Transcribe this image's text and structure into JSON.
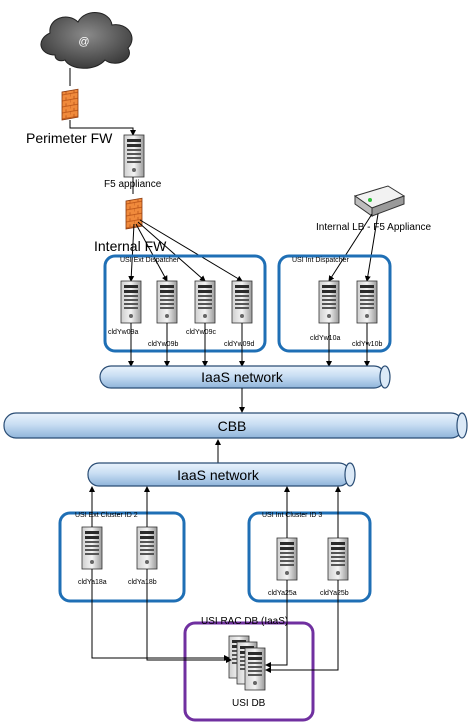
{
  "labels": {
    "perimeter_fw": "Perimeter FW",
    "f5_appliance": "F5 appliance",
    "internal_fw": "Internal FW",
    "internal_lb": "Internal LB - F5 Appliance",
    "ext_dispatcher": "USI Ext Dispatcher",
    "int_dispatcher": "USI Int Dispatcher",
    "iaas_top": "IaaS network",
    "cbb": "CBB",
    "iaas_bottom": "IaaS network",
    "ext_cluster": "USI Ext Cluster ID 2",
    "int_cluster": "USI Int Cluster ID 3",
    "rac_db": "USI RAC DB (IaaS)",
    "usi_db": "USI DB",
    "cloud_symbol": "@"
  },
  "servers": {
    "ext_dispatcher": [
      "cldYw09a",
      "cldYw09b",
      "cldYw09c",
      "cldYw09d"
    ],
    "int_dispatcher": [
      "cldYw10a",
      "cldYw10b"
    ],
    "ext_cluster": [
      "cldYa18a",
      "cldYa18b"
    ],
    "int_cluster": [
      "cldYa25a",
      "cldYa25b"
    ]
  },
  "colors": {
    "group_border_blue": "#1f6fb5",
    "group_border_purple": "#7030a0",
    "pipe_fill": "#c5dcf2",
    "pipe_stroke": "#2a4d75",
    "firewall": "#f08a3c"
  }
}
